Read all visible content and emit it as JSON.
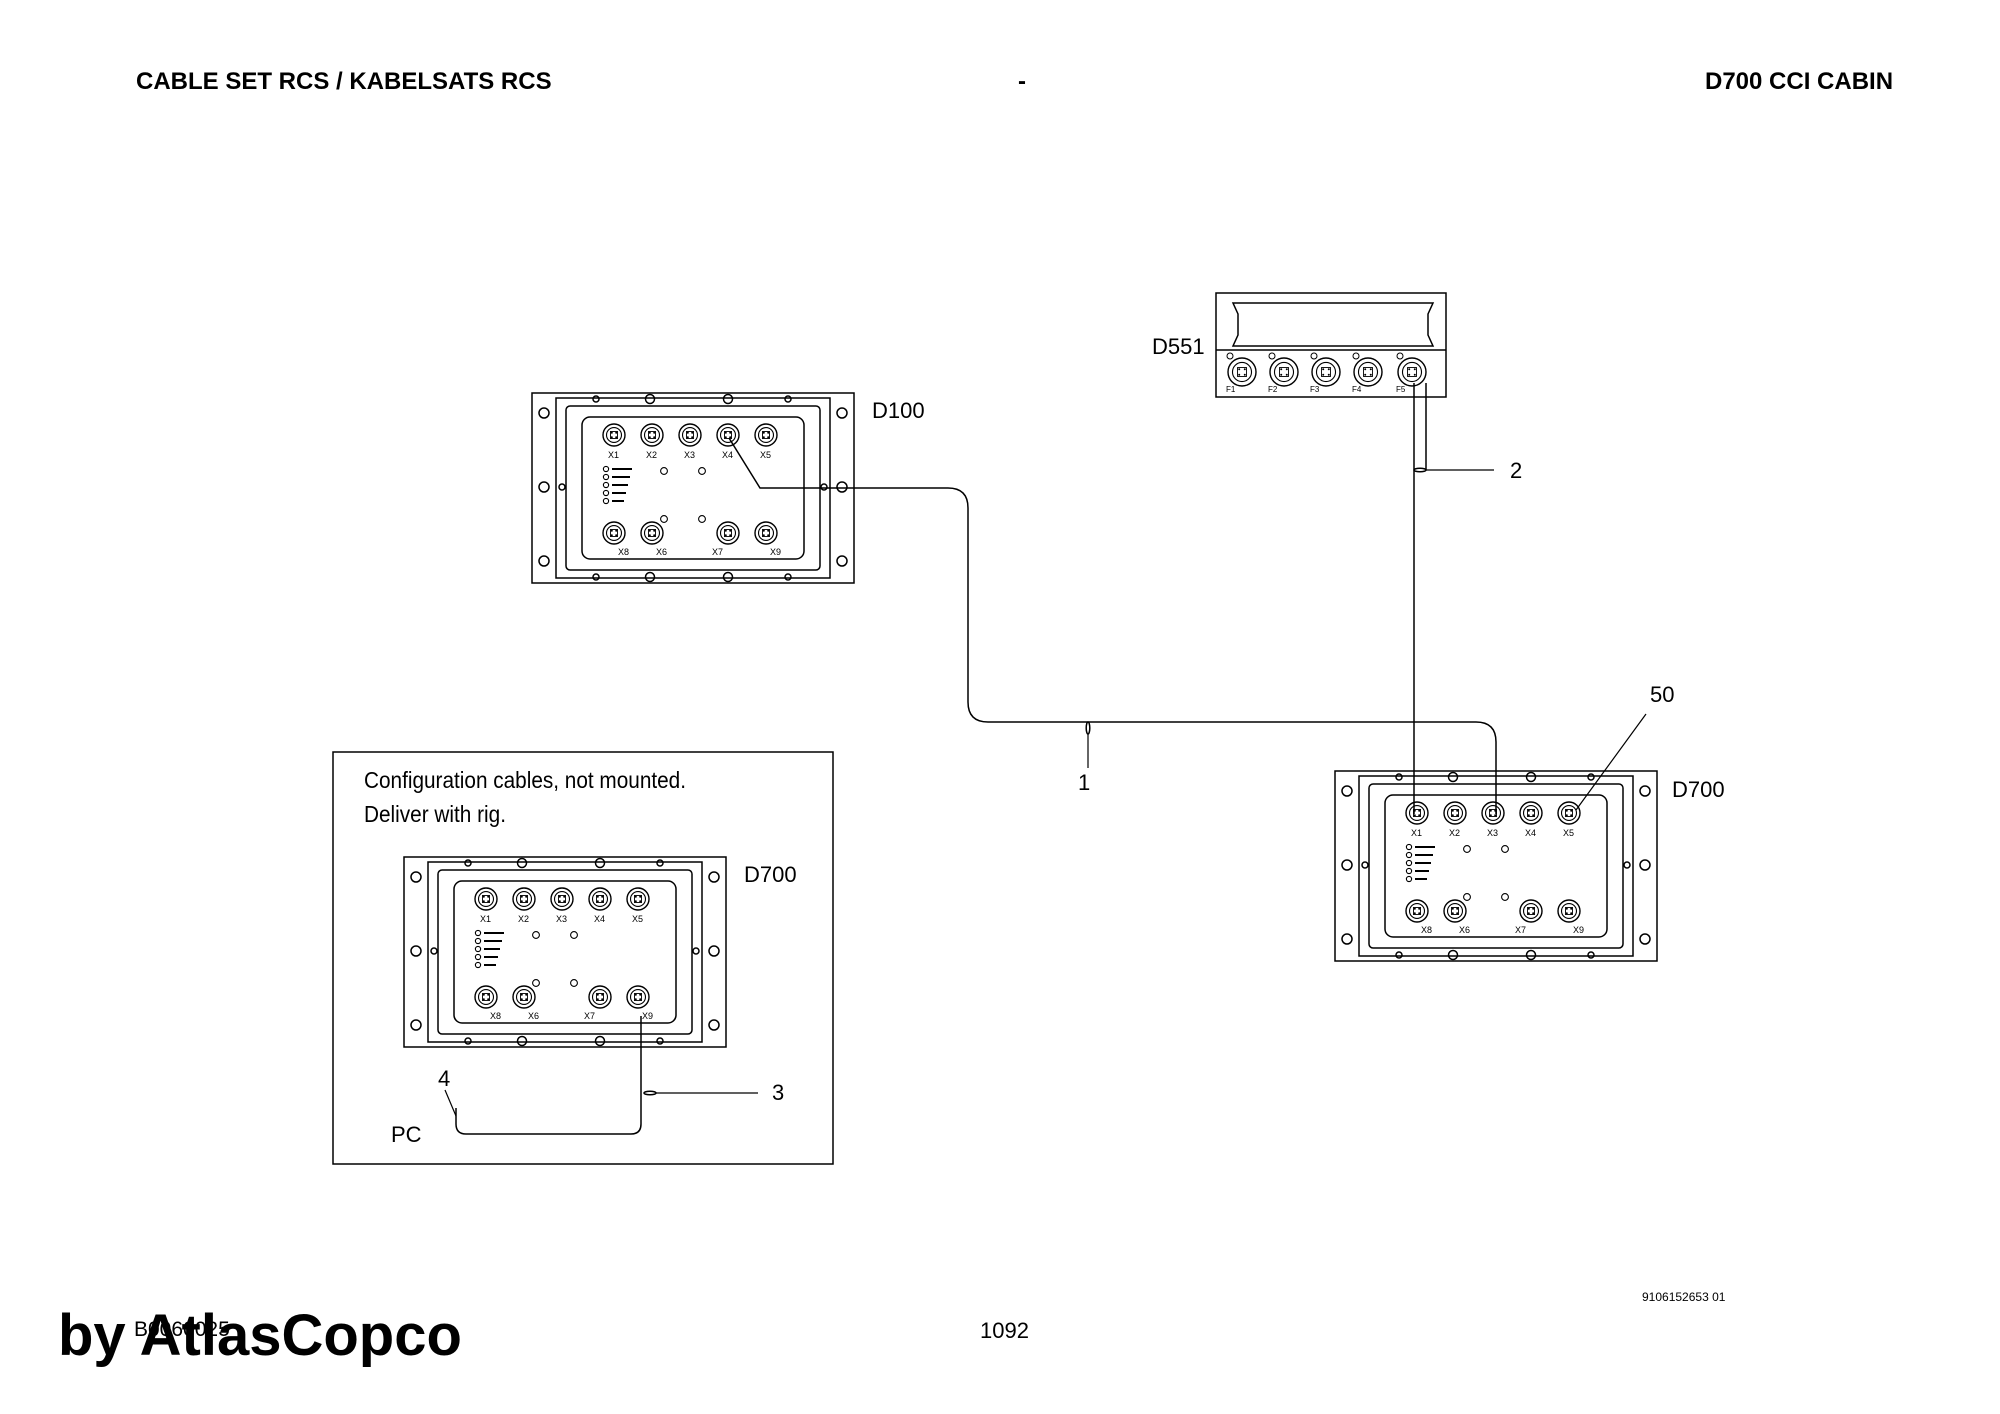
{
  "header": {
    "left_title": "CABLE SET RCS / KABELSATS RCS",
    "center_mark": "-",
    "right_title": "D700 CCI CABIN"
  },
  "devices": {
    "d100": {
      "label": "D100",
      "ports_top": [
        "X1",
        "X2",
        "X3",
        "X4",
        "X5"
      ],
      "ports_bottom": [
        "X8",
        "X6",
        "X7",
        "X9"
      ]
    },
    "d551": {
      "label": "D551",
      "ports": [
        "F1",
        "F2",
        "F3",
        "F4",
        "F5"
      ]
    },
    "d700_main": {
      "label": "D700",
      "ports_top": [
        "X1",
        "X2",
        "X3",
        "X4",
        "X5"
      ],
      "ports_bottom": [
        "X8",
        "X6",
        "X7",
        "X9"
      ]
    },
    "d700_config": {
      "label": "D700",
      "ports_top": [
        "X1",
        "X2",
        "X3",
        "X4",
        "X5"
      ],
      "ports_bottom": [
        "X8",
        "X6",
        "X7",
        "X9"
      ]
    }
  },
  "callouts": {
    "cable_1": "1",
    "cable_2": "2",
    "cable_3": "3",
    "cable_4": "4",
    "item_50": "50"
  },
  "config_box": {
    "note_line1": "Configuration cables, not mounted.",
    "note_line2": "Deliver with rig.",
    "pc_label": "PC"
  },
  "footer": {
    "code": "B0060025",
    "page": "1092",
    "brand": "by AtlasCopco",
    "doc_number": "9106152653 01"
  }
}
